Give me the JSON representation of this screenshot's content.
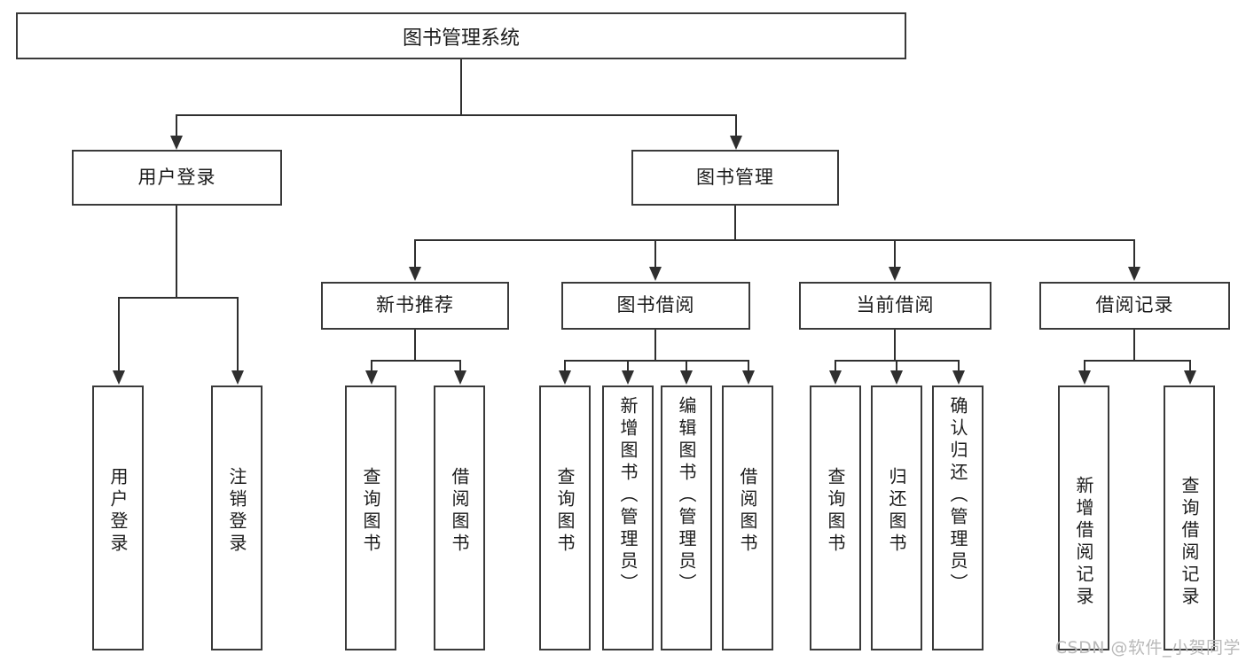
{
  "diagram": {
    "title": "图书管理系统",
    "type": "tree-hierarchy",
    "watermark": "CSDN @软件_小贺同学",
    "colors": {
      "background": "#ffffff",
      "box_border": "#3a3a3a",
      "connector": "#2f2f2f",
      "text": "#1b1b1b",
      "watermark": "#b9b9b9"
    },
    "root": {
      "label": "图书管理系统"
    },
    "level2": [
      {
        "label": "用户登录"
      },
      {
        "label": "图书管理"
      }
    ],
    "level3": [
      {
        "label": "新书推荐"
      },
      {
        "label": "图书借阅"
      },
      {
        "label": "当前借阅"
      },
      {
        "label": "借阅记录"
      }
    ],
    "leaves": {
      "user_login": [
        {
          "label": "用户登录"
        },
        {
          "label": "注销登录"
        }
      ],
      "new_book_recommend": [
        {
          "label": "查询图书"
        },
        {
          "label": "借阅图书"
        }
      ],
      "book_borrow": [
        {
          "label": "查询图书"
        },
        {
          "label": "新增图书（管理员）"
        },
        {
          "label": "编辑图书（管理员）"
        },
        {
          "label": "借阅图书"
        }
      ],
      "current_borrow": [
        {
          "label": "查询图书"
        },
        {
          "label": "归还图书"
        },
        {
          "label": "确认归还（管理员）"
        }
      ],
      "borrow_record": [
        {
          "label": "新增借阅记录"
        },
        {
          "label": "查询借阅记录"
        }
      ]
    }
  }
}
